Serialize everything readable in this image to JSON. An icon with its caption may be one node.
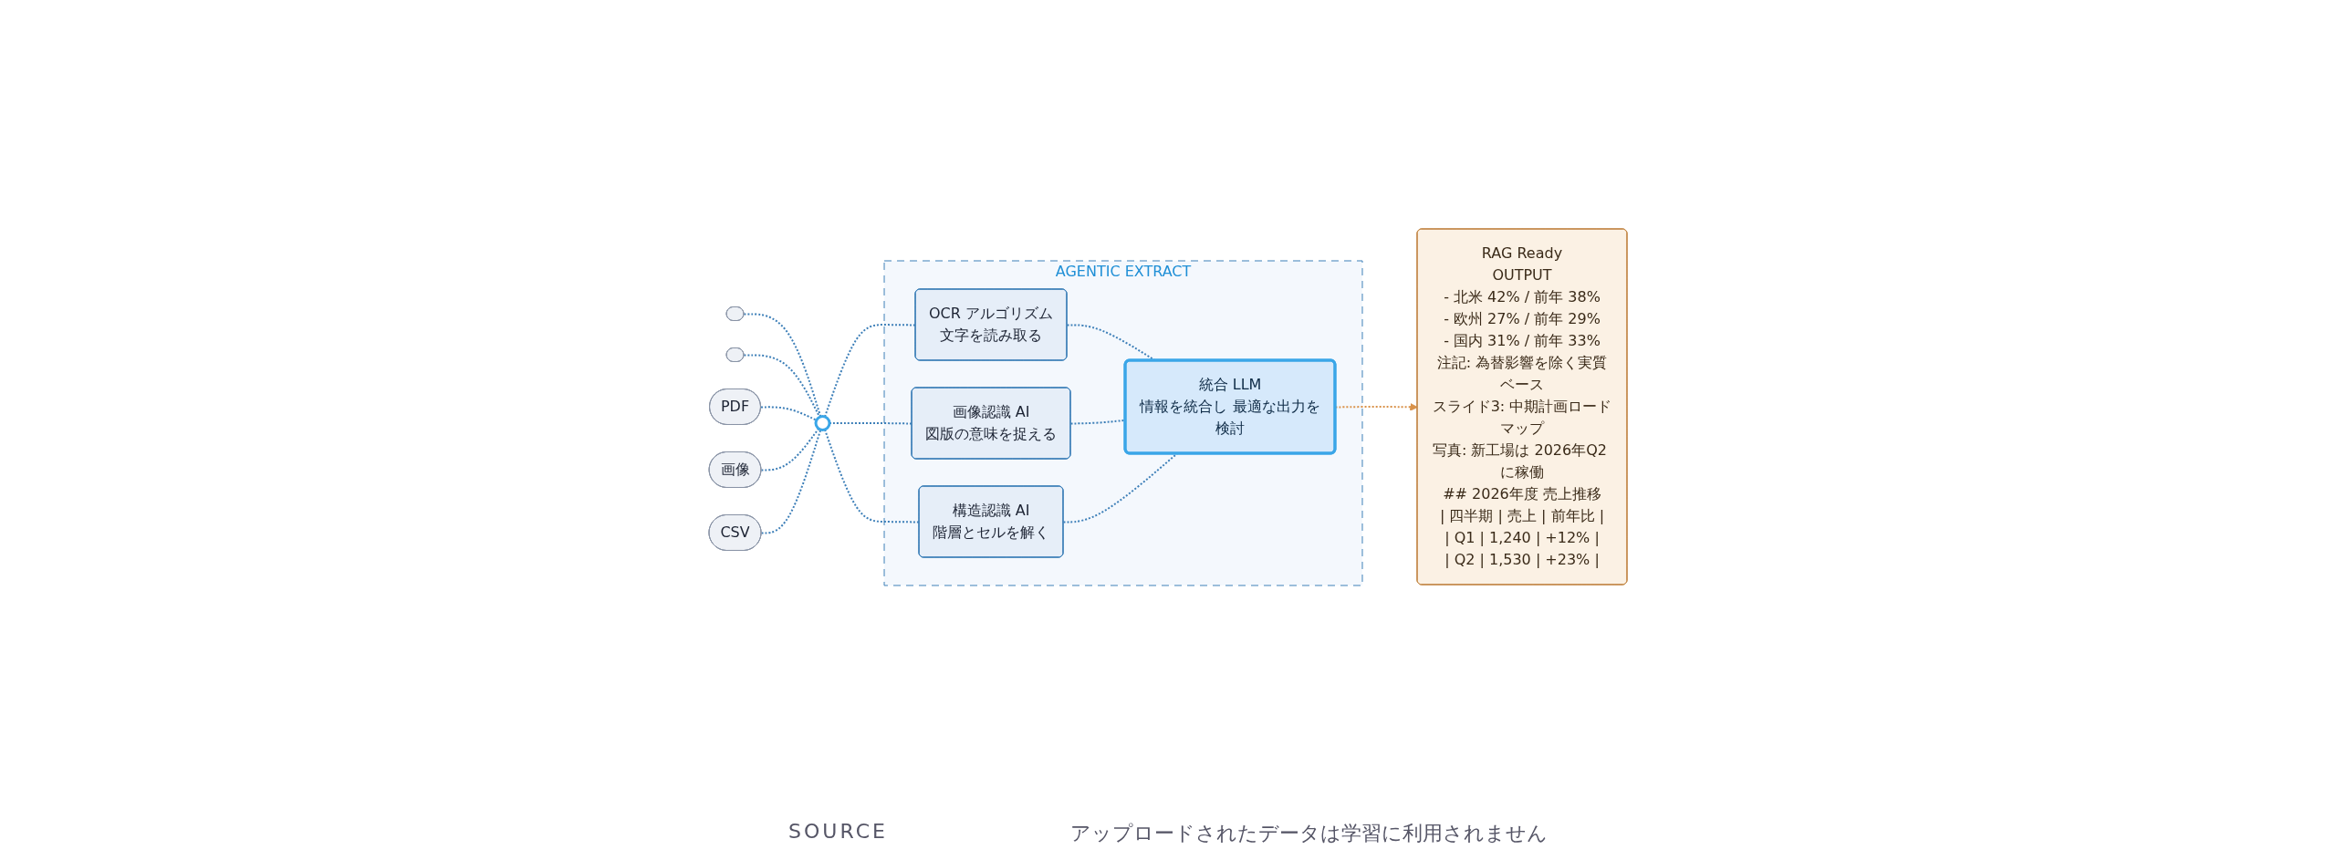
{
  "diagram": {
    "caption": "アップロードされたデータは学習に利用されません",
    "nodes": [
      {
        "text": [],
        "shape": "box"
      },
      {
        "text": [],
        "shape": "box"
      },
      {
        "text": [
          "PDF"
        ]
      },
      {
        "text": [
          "画像"
        ]
      },
      {
        "text": [
          "CSV"
        ]
      },
      {
        "text": [],
        "shape": "circle"
      },
      {
        "text": [
          "AGENTIC EXTRACT"
        ]
      },
      {
        "text": [
          "OCR アルゴリズム",
          "文字を読み取る"
        ],
        "in": 6
      },
      {
        "text": [
          "画像認識 AI",
          "図版の意味を捉える"
        ],
        "in": 6
      },
      {
        "text": [
          "構造認識 AI",
          "階層とセルを解く"
        ],
        "in": 6
      },
      {
        "text": [
          "統合 LLM",
          "情報を統合し 最適な出力を検討"
        ],
        "in": 6
      },
      {
        "text": [
          "RAG Ready",
          "OUTPUT",
          "- 北米 42% / 前年 38%",
          "- 欧州 27% / 前年 29%",
          "- 国内 31% / 前年 33%",
          "注記: 為替影響を除く実質ベース",
          "スライド3: 中期計画ロードマップ",
          "写真: 新工場は 2026年Q2 に稼働",
          "## 2026年度 売上推移",
          "| 四半期 | 売上 | 前年比 |",
          "| Q1 | 1,240 | +12% |",
          "| Q2 | 1,530 | +23% |"
        ]
      }
    ],
    "edges": [
      {
        "from": 0,
        "to": 5,
        "arrow": "none",
        "style": "dashed"
      },
      {
        "from": 1,
        "to": 5,
        "arrow": "none",
        "style": "dashed"
      },
      {
        "from": 2,
        "to": 5,
        "arrow": "none",
        "style": "dashed"
      },
      {
        "from": 3,
        "to": 5,
        "arrow": "none",
        "style": "dashed"
      },
      {
        "from": 4,
        "to": 5,
        "arrow": "none",
        "style": "dashed"
      },
      {
        "from": 5,
        "to": 7,
        "arrow": "none",
        "style": "dashed"
      },
      {
        "from": 5,
        "to": 8,
        "arrow": "none",
        "style": "dashed"
      },
      {
        "from": 5,
        "to": 9,
        "arrow": "none",
        "style": "dashed"
      },
      {
        "from": 7,
        "to": 10,
        "arrow": "none",
        "style": "dashed"
      },
      {
        "from": 8,
        "to": 10,
        "arrow": "none",
        "style": "dashed"
      },
      {
        "from": 9,
        "to": 10,
        "arrow": "none",
        "style": "dashed"
      },
      {
        "from": 10,
        "to": 11,
        "arrow": "to",
        "style": "dashed",
        "color": "#d9924a"
      }
    ],
    "labels": [
      "SOURCE"
    ]
  }
}
